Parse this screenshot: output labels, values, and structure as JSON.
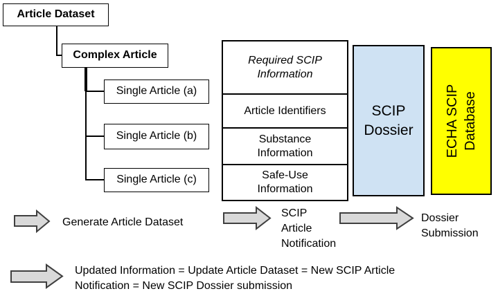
{
  "tree": {
    "root_label": "Article Dataset",
    "complex_label": "Complex Article",
    "single_a": "Single Article (a)",
    "single_b": "Single Article (b)",
    "single_c": "Single Article (c)"
  },
  "info_table": {
    "header": "Required SCIP Information",
    "row_identifiers": "Article Identifiers",
    "row_substance": "Substance Information",
    "row_safe_use": "Safe-Use Information"
  },
  "boxes": {
    "dossier": "SCIP Dossier",
    "database": "ECHA SCIP Database"
  },
  "flow": {
    "step1_label": "Generate Article Dataset",
    "step2_label": "SCIP\nArticle\nNotification",
    "step3_label": "Dossier\nSubmission",
    "update_note": "Updated Information = Update Article Dataset = New SCIP Article\nNotification = New SCIP Dossier submission"
  },
  "colors": {
    "dossier_fill": "#cfe2f3",
    "database_fill": "#ffff00",
    "arrow_fill": "#d9d9d9",
    "arrow_stroke": "#3f3f3f"
  }
}
